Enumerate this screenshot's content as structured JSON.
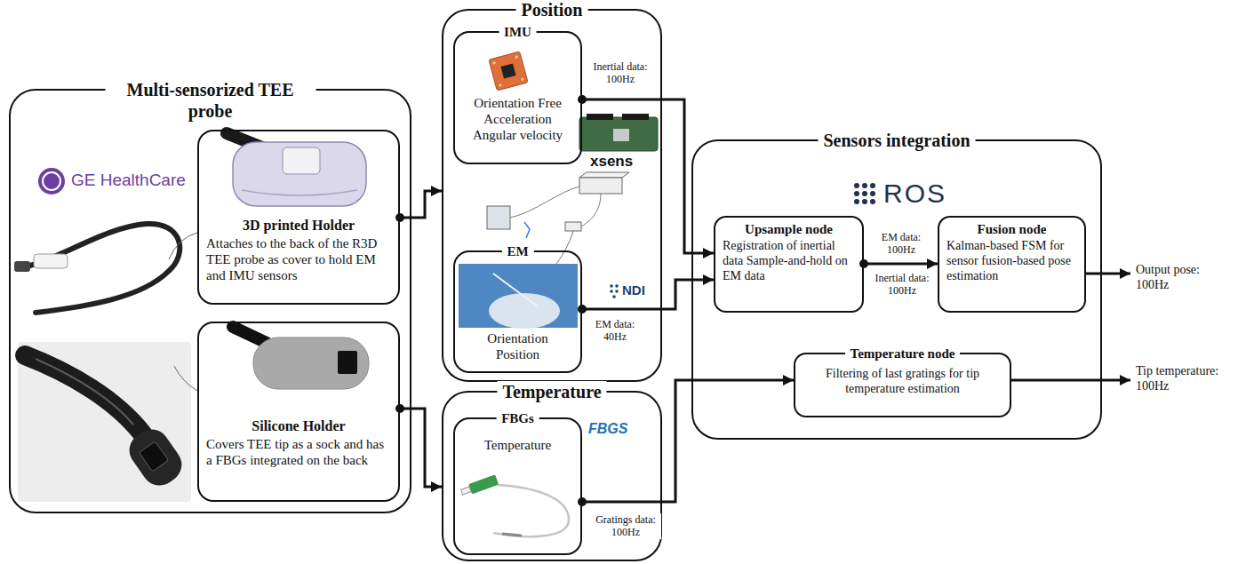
{
  "diagram": {
    "nodes": [
      {
        "text": [
          "Multi-sensorized TEE probe"
        ]
      },
      {
        "text": [
          "3D printed Holder",
          "Attaches to the back of the R3D TEE probe as cover to hold EM and IMU sensors"
        ],
        "in": 0
      },
      {
        "text": [
          "Silicone Holder",
          "Covers TEE tip as a sock and has a FBGs integrated on the back"
        ],
        "in": 0
      },
      {
        "text": [
          "Position"
        ]
      },
      {
        "text": [
          "IMU",
          "Orientation Free Acceleration Angular velocity"
        ],
        "in": 3
      },
      {
        "text": [
          "EM",
          "Orientation Position"
        ],
        "in": 3
      },
      {
        "text": [
          "Temperature"
        ]
      },
      {
        "text": [
          "FBGs",
          "Temperature"
        ],
        "in": 6
      },
      {
        "text": [
          "Sensors integration"
        ]
      },
      {
        "text": [
          "Upsample node",
          "Registration of inertial data Sample-and-hold on EM data"
        ],
        "in": 8
      },
      {
        "text": [
          "Fusion node",
          "Kalman-based FSM for sensor fusion-based pose estimation"
        ],
        "in": 8
      },
      {
        "text": [
          "Temperature node",
          "Filtering of last gratings for tip temperature estimation"
        ],
        "in": 8
      }
    ],
    "edges": [
      {
        "from": 1,
        "to": 3,
        "arrow": "to"
      },
      {
        "from": 2,
        "to": 6,
        "arrow": "to"
      },
      {
        "from": 4,
        "to": 9,
        "label": "Inertial data: 100Hz",
        "arrow": "to"
      },
      {
        "from": 5,
        "to": 9,
        "label": "EM data: 40Hz",
        "arrow": "to"
      },
      {
        "from": 9,
        "to": 10,
        "label": "EM data: 100Hz",
        "arrow": "to"
      },
      {
        "from": 7,
        "to": 11,
        "label": "Gratings data: 100Hz",
        "arrow": "to"
      }
    ],
    "labels": [
      "GE HealthCare",
      "xsens",
      "NDI",
      "FBGS",
      "ROS",
      "Inertial data: 100Hz",
      "Output pose: 100Hz",
      "Tip temperature: 100Hz"
    ]
  }
}
